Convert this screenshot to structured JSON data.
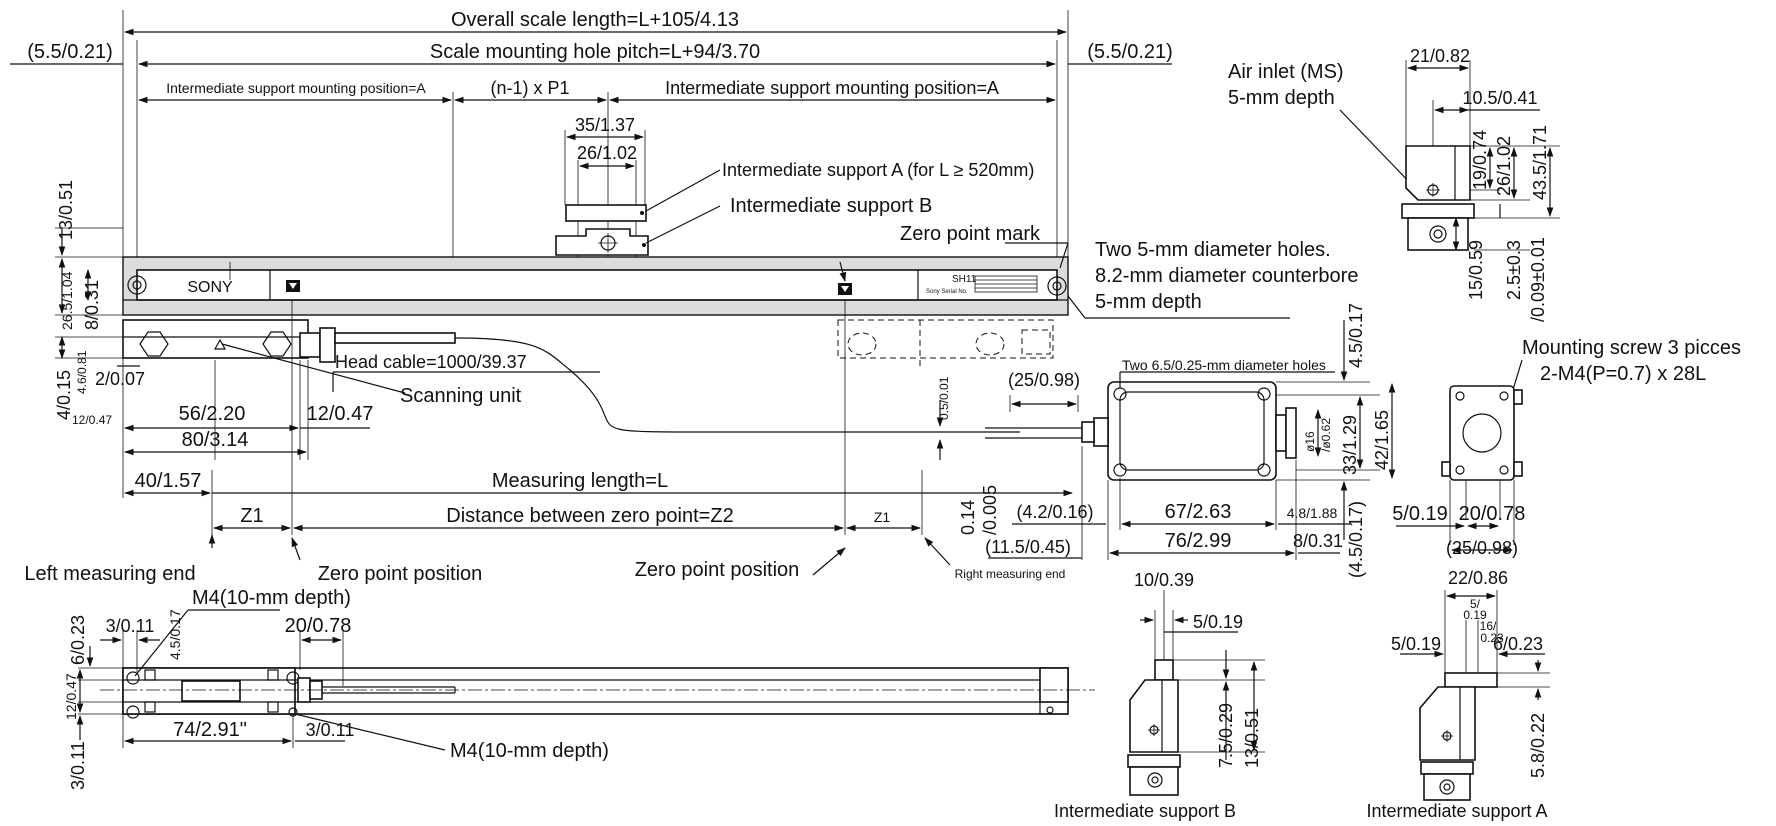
{
  "overall_length": "Overall scale length=L+105/4.13",
  "hole_pitch": "Scale mounting hole pitch=L+94/3.70",
  "side_left": "(5.5/0.21)",
  "side_right": "(5.5/0.21)",
  "int_mount_left": "Intermediate support mounting position=A",
  "n_minus_1": "(n-1) x P1",
  "int_mount_right": "Intermediate support mounting position=A",
  "d35": "35/1.37",
  "d26": "26/1.02",
  "int_support_a_label": "Intermediate support A (for L ≥ 520mm)",
  "int_support_b_label": "Intermediate support B",
  "zero_point_mark": "Zero point mark",
  "sony": "SONY",
  "sh11": "SH11",
  "sony_serial": "Sony Serial No.",
  "d13": "13/0.51",
  "d26_5": "26.5/1.04",
  "d8": "8/0.31",
  "d4": "4/0.15",
  "d4_6": "4.6/0.81",
  "d2": "2/0.07",
  "d12a": "12/0.47",
  "d56": "56/2.20",
  "d12b": "12/0.47",
  "d80": "80/3.14",
  "d40": "40/1.57",
  "head_cable": "Head cable=1000/39.37",
  "scanning_unit": "Scanning unit",
  "measuring_length": "Measuring length=L",
  "z1_left": "Z1",
  "z2": "Distance between zero point=Z2",
  "z1_right": "Z1",
  "left_measuring_end": "Left measuring end",
  "zero_point_position_1": "Zero point position",
  "zero_point_position_2": "Zero point position",
  "right_measuring_end": "Right measuring end",
  "two_5mm_holes_1": "Two 5-mm diameter holes.",
  "two_5mm_holes_2": "8.2-mm diameter counterbore",
  "two_5mm_holes_3": "5-mm depth",
  "two_6_5_holes": "Two 6.5/0.25-mm diameter holes",
  "d25_098": "(25/0.98)",
  "d0_5": "0.5/0.01",
  "d0_14": "0.14",
  "d0_005": "/0.005",
  "d4_2": "(4.2/0.16)",
  "d67": "67/2.63",
  "d76": "76/2.99",
  "d11_5": "(11.5/0.45)",
  "d4_8": "4.8/1.88",
  "d8_031": "8/0.31",
  "d4_5_017_top": "4.5/0.17",
  "d4_5_017_bot": "(4.5/0.17)",
  "d16": "ø16",
  "d0_62": "/ø0.62",
  "d33": "33/1.29",
  "d42": "42/1.65",
  "air_inlet_1": "Air inlet (MS)",
  "air_inlet_2": "5-mm depth",
  "d21": "21/0.82",
  "d10_5": "10.5/0.41",
  "d19": "19/0.74",
  "d26_102": "26/1.02",
  "d43_5": "43.5/1.71",
  "d15": "15/0.59",
  "d2_5": "2.5±0.3",
  "d0_09": "/0.09±0.01",
  "mounting_screw_1": "Mounting screw 3 picces",
  "mounting_screw_2": "2-M4(P=0.7) x 28L",
  "d5_019": "5/0.19",
  "d20_078": "20/0.78",
  "d25_098b": "(25/0.98)",
  "m4_top": "M4(10-mm depth)",
  "m4_bottom": "M4(10-mm depth)",
  "d3_011_a": "3/0.11",
  "d4_5_017_b": "4.5/0.17",
  "d20_078b": "20/0.78",
  "d6_023": "6/0.23",
  "d12_047c": "12/0.47",
  "d3_011_b": "3/0.11",
  "d74": "74/2.91\"",
  "d3_011_c": "3/0.11",
  "ib_d10": "10/0.39",
  "ib_d5": "5/0.19",
  "ib_d7_5": "7.5/0.29",
  "ib_d13": "13/0.51",
  "ib_caption": "Intermediate support B",
  "ia_d22": "22/0.86",
  "ia_d5a": "5/",
  "ia_d019": "0.19",
  "ia_d16": "16/",
  "ia_d023": "0.23",
  "ia_d5b": "5/0.19",
  "ia_d6": "6/0.23",
  "ia_d5_8": "5.8/0.22",
  "ia_caption": "Intermediate support A"
}
